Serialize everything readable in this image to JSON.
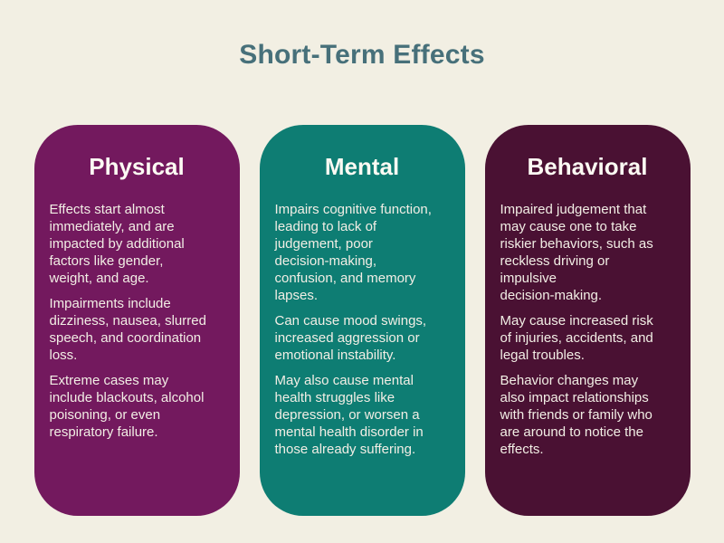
{
  "page": {
    "title": "Short-Term Effects",
    "colors": {
      "background": "#F2EFE3",
      "title": "#47707A"
    }
  },
  "cards": [
    {
      "title": "Physical",
      "background": "#73195E",
      "heading_color": "#FCFAF3",
      "text_color": "#F2EEE5",
      "paragraphs": [
        "Effects start almost\nimmediately, and are\nimpacted by additional\nfactors like gender,\nweight, and age.",
        "Impairments include\ndizziness, nausea, slurred\nspeech, and coordination\nloss.",
        "Extreme cases may\ninclude blackouts, alcohol\npoisoning, or even\nrespiratory failure."
      ]
    },
    {
      "title": "Mental",
      "background": "#0E7D73",
      "heading_color": "#FCFAF3",
      "text_color": "#F2EEE5",
      "paragraphs": [
        "Impairs cognitive function,\nleading to lack of\njudgement, poor\ndecision-making,\nconfusion, and memory\nlapses.",
        "Can cause mood swings,\nincreased aggression or\nemotional instability.",
        "May also cause mental\nhealth struggles like\ndepression, or worsen a\nmental health disorder in\nthose already suffering."
      ]
    },
    {
      "title": "Behavioral",
      "background": "#4A1133",
      "heading_color": "#FCFAF3",
      "text_color": "#F2EEE5",
      "paragraphs": [
        "Impaired judgement that\nmay cause one to take\nriskier behaviors, such as\nreckless driving or\nimpulsive\ndecision-making.",
        "May cause increased risk\nof injuries, accidents, and\nlegal troubles.",
        "Behavior changes may\nalso impact relationships\nwith friends or family who\nare around to notice the\neffects."
      ]
    }
  ]
}
